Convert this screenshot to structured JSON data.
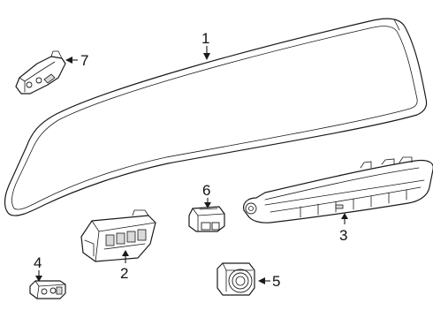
{
  "callouts": {
    "c1": "1",
    "c2": "2",
    "c3": "3",
    "c4": "4",
    "c5": "5",
    "c6": "6",
    "c7": "7"
  },
  "parts": [
    {
      "callout": "1",
      "icon": "trim-panel"
    },
    {
      "callout": "2",
      "icon": "switch-module"
    },
    {
      "callout": "3",
      "icon": "control-bezel"
    },
    {
      "callout": "4",
      "icon": "sensor"
    },
    {
      "callout": "5",
      "icon": "push-button-switch"
    },
    {
      "callout": "6",
      "icon": "switch"
    },
    {
      "callout": "7",
      "icon": "bracket"
    }
  ],
  "colors": {
    "line": "#1a1a1a",
    "background": "#ffffff"
  }
}
